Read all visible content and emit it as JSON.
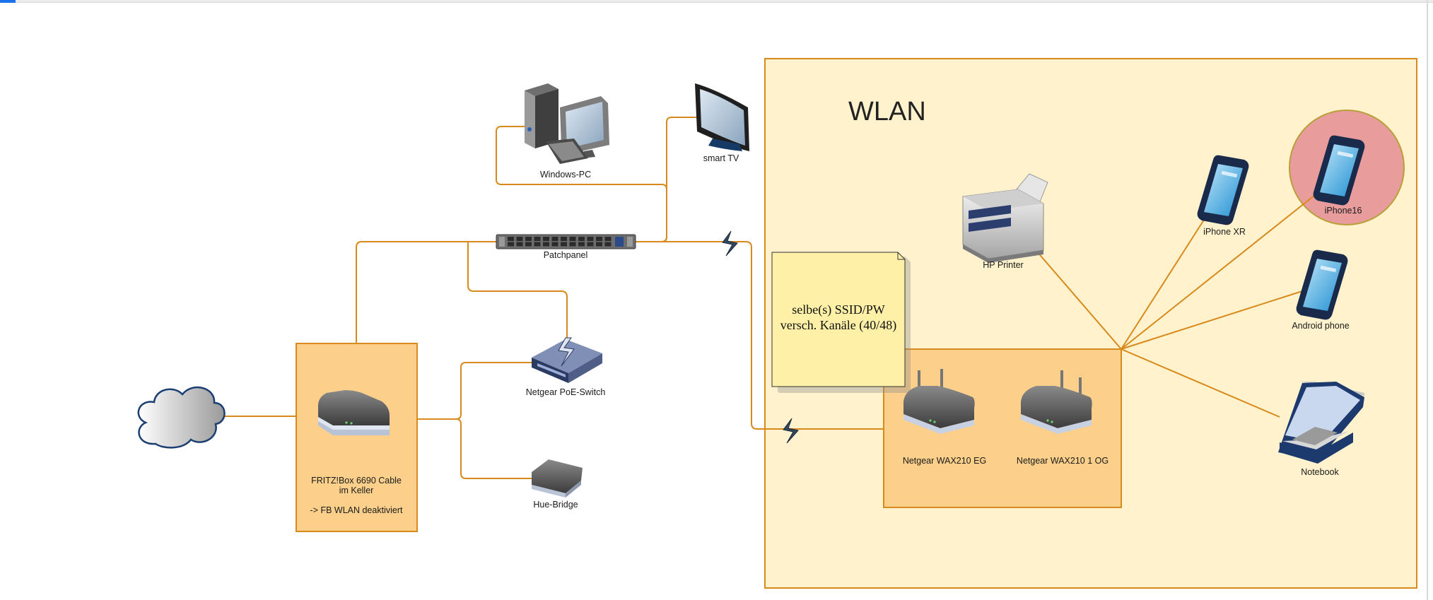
{
  "wlan_area": {
    "title": "WLAN"
  },
  "note": {
    "line1": "selbe(s) SSID/PW",
    "line2": "versch. Kanäle (40/48)"
  },
  "nodes": {
    "windows_pc": "Windows-PC",
    "smart_tv": "smart TV",
    "patchpanel": "Patchpanel",
    "poe_switch": "Netgear PoE-Switch",
    "hue_bridge": "Hue-Bridge",
    "fritzbox_line1": "FRITZ!Box 6690 Cable",
    "fritzbox_line2": "im Keller",
    "fritzbox_line3": "-> FB WLAN deaktiviert",
    "wax_eg": "Netgear WAX210 EG",
    "wax_og": "Netgear WAX210 1 OG",
    "hp_printer": "HP Printer",
    "iphone_xr": "iPhone XR",
    "iphone16": "iPhone16",
    "android_phone": "Android phone",
    "notebook": "Notebook"
  },
  "colors": {
    "edge": "#d98a1c",
    "wlan_fill": "#fff2cc",
    "container_fill": "#fcd08a",
    "note_fill": "#fff0a8",
    "highlight_fill": "#e89c9c"
  }
}
